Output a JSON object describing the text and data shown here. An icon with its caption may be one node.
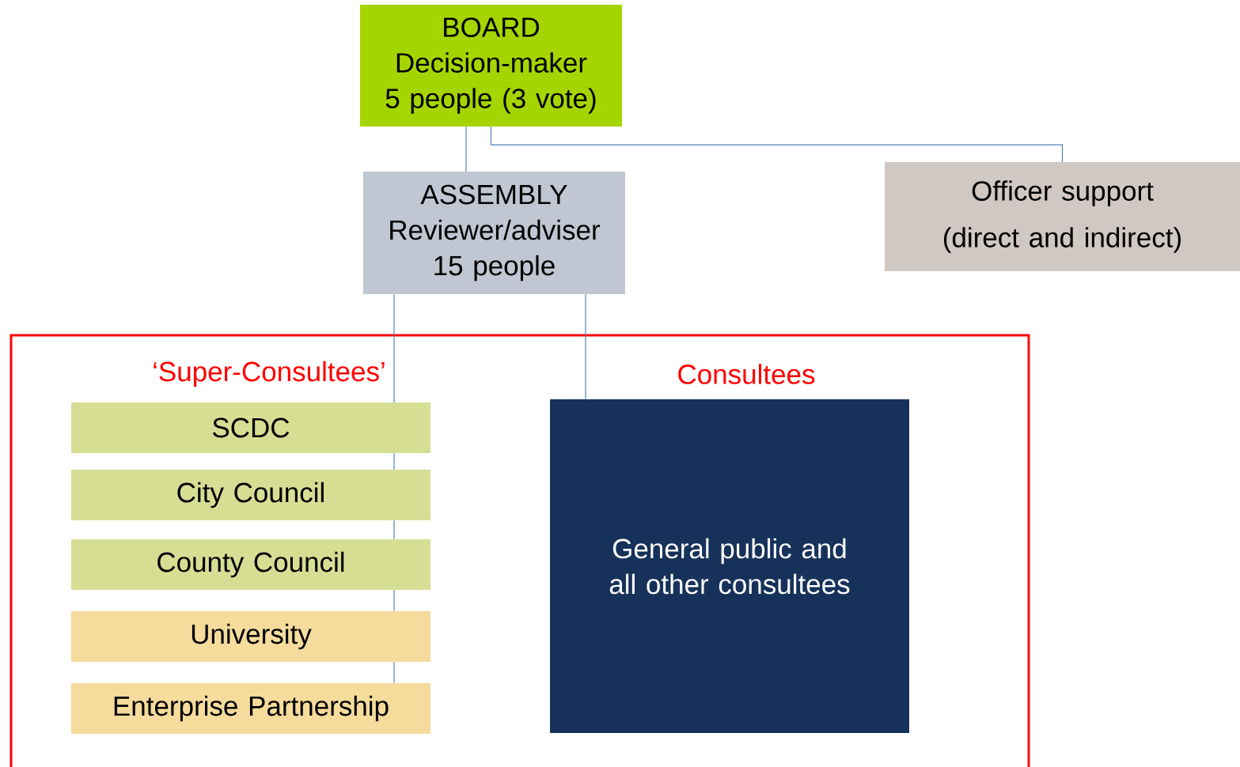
{
  "diagram": {
    "nodes": [
      {
        "text": [
          "BOARD",
          "Decision-maker",
          "5 people (3 vote)"
        ]
      },
      {
        "text": [
          "ASSEMBLY",
          "Reviewer/adviser",
          "15 people"
        ]
      },
      {
        "text": [
          "Officer support",
          "(direct and indirect)"
        ]
      },
      {
        "text": [],
        "shape": "box"
      },
      {
        "text": [
          "SCDC"
        ],
        "in": 3
      },
      {
        "text": [
          "City Council"
        ],
        "in": 3
      },
      {
        "text": [
          "County Council"
        ],
        "in": 3
      },
      {
        "text": [
          "University"
        ],
        "in": 3
      },
      {
        "text": [
          "Enterprise Partnership"
        ],
        "in": 3
      },
      {
        "text": [
          "General public and all other consultees"
        ],
        "in": 3
      }
    ],
    "edges": [
      {
        "from": 0,
        "to": 1,
        "arrow": "none"
      },
      {
        "from": 0,
        "to": 2,
        "arrow": "none"
      },
      {
        "from": 1,
        "to": 4,
        "arrow": "none"
      },
      {
        "from": 4,
        "to": 5,
        "arrow": "none"
      },
      {
        "from": 5,
        "to": 6,
        "arrow": "none"
      },
      {
        "from": 6,
        "to": 7,
        "arrow": "none"
      },
      {
        "from": 7,
        "to": 8,
        "arrow": "none"
      },
      {
        "from": 1,
        "to": 9,
        "arrow": "none"
      }
    ],
    "labels": [
      "‘Super-Consultees’",
      "Consultees"
    ]
  }
}
